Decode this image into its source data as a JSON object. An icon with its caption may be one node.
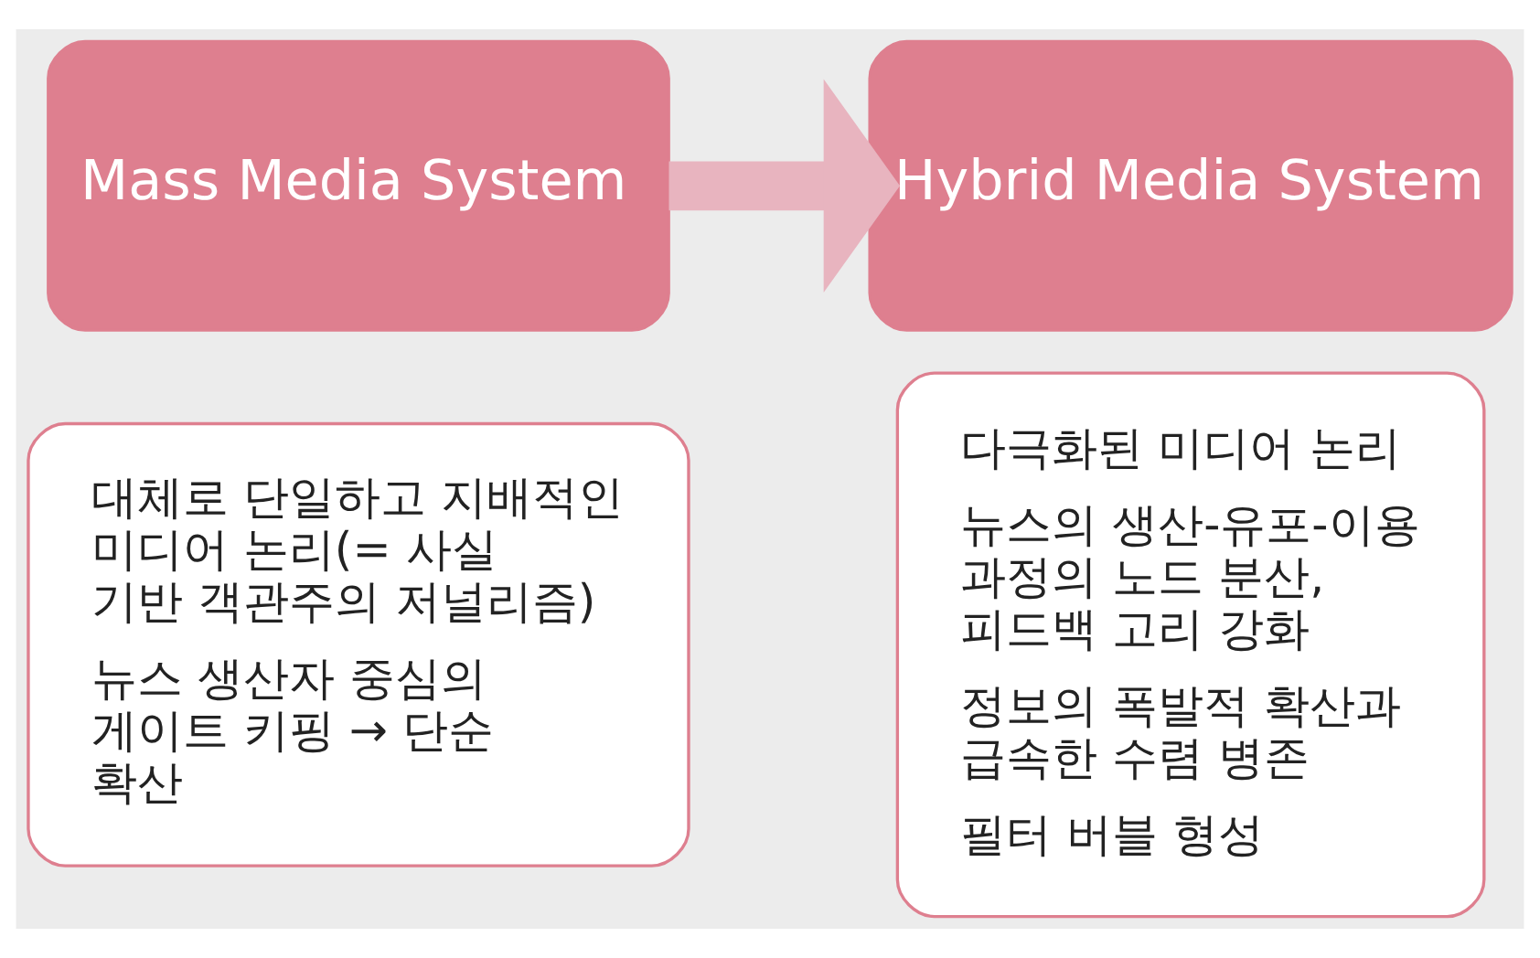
{
  "diagram": {
    "nodes": [
      {
        "text": [
          "Mass Media System"
        ]
      },
      {
        "text": [
          "대체로 단일하고 지배적인 미디어 논리(= 사실 기반 객관주의 저널리즘)",
          "뉴스 생산자 중심의 게이트 키핑 → 단순 확산"
        ]
      },
      {
        "text": [
          "Hybrid Media System"
        ]
      },
      {
        "text": [
          "다극화된 미디어 논리",
          "뉴스의 생산-유포-이용 과정의 노드 분산, 피드백 고리 강화",
          "정보의 폭발적 확산과 급속한 수렴 병존",
          "필터 버블 형성"
        ]
      }
    ],
    "edges": [
      {
        "from": 0,
        "to": 2,
        "arrow": "to"
      }
    ]
  }
}
